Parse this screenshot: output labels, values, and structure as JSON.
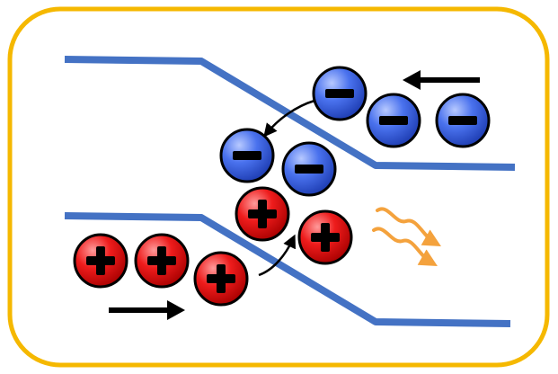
{
  "diagram": {
    "frame_color": "#f5b800",
    "band_color": "#4472c4",
    "electron_color": "#2f57d8",
    "hole_color": "#e00000",
    "emission_color": "#f4a23d",
    "arrow_color": "#000000",
    "electron_symbol": "−",
    "hole_symbol": "+",
    "electrons": [
      {
        "id": "electron-1"
      },
      {
        "id": "electron-2"
      },
      {
        "id": "electron-3"
      },
      {
        "id": "electron-4"
      },
      {
        "id": "electron-5"
      }
    ],
    "holes": [
      {
        "id": "hole-1"
      },
      {
        "id": "hole-2"
      },
      {
        "id": "hole-3"
      },
      {
        "id": "hole-4"
      },
      {
        "id": "hole-5"
      }
    ],
    "icons": {
      "electron_flow": "arrow-left-icon",
      "hole_flow": "arrow-right-icon",
      "photon_emission": "wavy-light-icon"
    }
  }
}
